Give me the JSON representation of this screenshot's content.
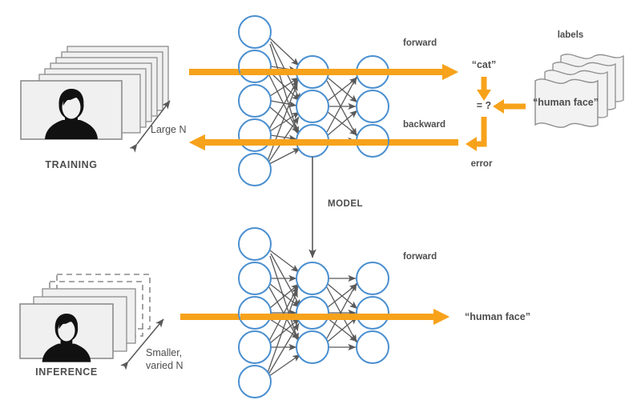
{
  "diagram": {
    "title_hidden": "",
    "colors": {
      "orange": "#F7A21B",
      "node_blue": "#4A8FD0",
      "edge_gray": "#595959",
      "text_gray": "#4D4D4D",
      "card_fill": "#F0F0F0",
      "card_stroke": "#8C8C8C",
      "background": "#FFFFFF"
    }
  },
  "training": {
    "section_label": "TRAINING",
    "dataset_size_label": "Large N",
    "stack": {
      "card_count": 7,
      "style": "solid"
    },
    "flow": {
      "forward_label": "forward",
      "backward_label": "backward"
    },
    "prediction": "“cat”",
    "compare": "= ?",
    "error_label": "error",
    "labels_title": "labels",
    "label_value": "“human face”",
    "labels_stack": {
      "sheet_count": 4,
      "style": "wavy-paper"
    },
    "network": {
      "input_nodes": 5,
      "hidden_nodes": 3,
      "output_nodes": 3
    }
  },
  "model": {
    "label": "MODEL",
    "direction": "training-to-inference"
  },
  "inference": {
    "section_label": "INFERENCE",
    "dataset_size_label_line1": "Smaller,",
    "dataset_size_label_line2": "varied N",
    "stack": {
      "solid_cards": 3,
      "dashed_cards": 2
    },
    "flow": {
      "forward_label": "forward"
    },
    "prediction": "“human face”",
    "network": {
      "input_nodes": 5,
      "hidden_nodes": 3,
      "output_nodes": 3
    }
  }
}
